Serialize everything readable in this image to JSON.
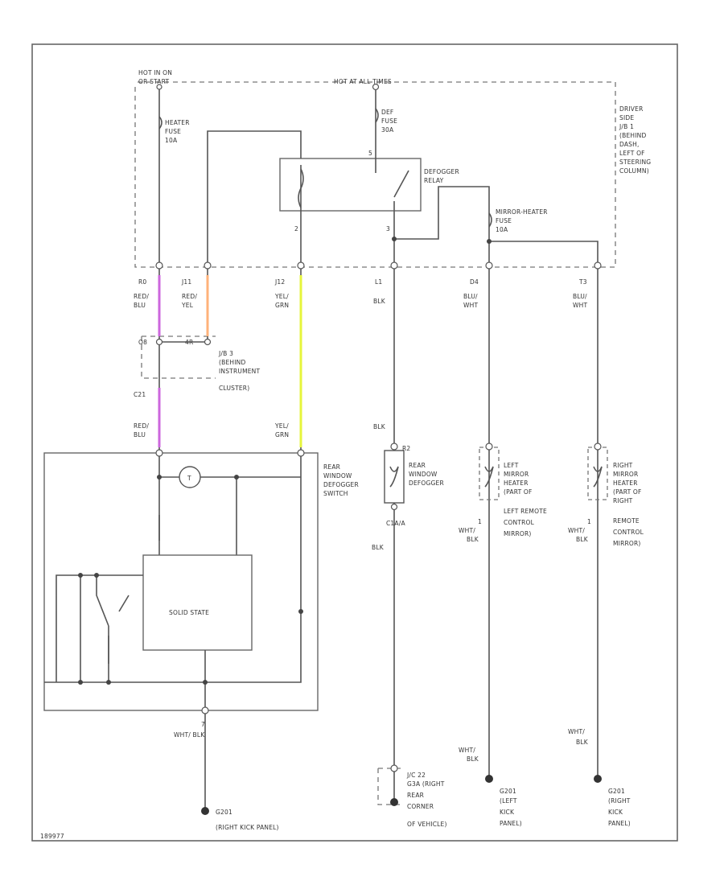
{
  "labels": {
    "hot_in_on": "HOT IN ON",
    "hot_in_on_2": "OR START",
    "hot_at_all_times": "HOT AT ALL TIMES",
    "jb_driver_1": "DRIVER",
    "jb_driver_2": "SIDE",
    "jb_driver_3": "J/B 1",
    "jb_driver_4": "(BEHIND",
    "jb_driver_5": "DASH,",
    "jb_driver_6": "LEFT OF",
    "jb_driver_7": "STEERING",
    "jb_driver_8": "COLUMN)",
    "heater_fuse_1": "HEATER",
    "heater_fuse_2": "FUSE",
    "heater_fuse_3": "10A",
    "def_fuse_1": "DEF",
    "def_fuse_2": "FUSE",
    "def_fuse_3": "30A",
    "defogger_relay_1": "DEFOGGER",
    "defogger_relay_2": "RELAY",
    "mirror_fuse_1": "MIRROR-HEATER",
    "mirror_fuse_2": "FUSE",
    "mirror_fuse_3": "10A",
    "pin_relay_2": "2",
    "pin_relay_3": "3",
    "pin_relay_5": "5",
    "conn_r0": "R0",
    "conn_j11": "J11",
    "conn_j12": "J12",
    "conn_l1": "L1",
    "conn_d4": "D4",
    "conn_t3": "T3",
    "wire_red_blu_1": "RED/",
    "wire_red_blu_2": "BLU",
    "wire_red_yel_1": "RED/",
    "wire_red_yel_2": "YEL",
    "wire_yel_grn_1": "YEL/",
    "wire_yel_grn_2": "GRN",
    "wire_blk_l1": "BLK",
    "wire_blu_wht_d4_1": "BLU/",
    "wire_blu_wht_d4_2": "WHT",
    "wire_blu_wht_t3_1": "BLU/",
    "wire_blu_wht_t3_2": "WHT",
    "jb3_pin_q": "Q8",
    "jb3_pin_4r": "4R",
    "jb3_1": "J/B 3",
    "jb3_2": "(BEHIND",
    "jb3_3": "INSTRUMENT",
    "jb3_4": "CLUSTER)",
    "conn_c21": "C21",
    "wire_red_blu_b_1": "RED/",
    "wire_red_blu_b_2": "BLU",
    "wire_yel_grn_b_1": "YEL/",
    "wire_yel_grn_b_2": "GRN",
    "wire_blk_l1b": "BLK",
    "switch_1": "REAR",
    "switch_2": "WINDOW",
    "switch_3": "DEFOGGER",
    "switch_4": "SWITCH",
    "solid_state": "SOLID STATE",
    "defogger_1": "REAR",
    "defogger_2": "WINDOW",
    "defogger_3": "DEFOGGER",
    "conn_r2": "R2",
    "conn_c1a": "C1A/A",
    "wire_blk_def": "BLK",
    "left_mirror_1": "LEFT",
    "left_mirror_2": "MIRROR",
    "left_mirror_3": "HEATER",
    "left_mirror_4": "(PART OF",
    "left_mirror_5": "LEFT REMOTE",
    "left_mirror_6": "CONTROL",
    "left_mirror_7": "MIRROR)",
    "right_mirror_1": "RIGHT",
    "right_mirror_2": "MIRROR",
    "right_mirror_3": "HEATER",
    "right_mirror_4": "(PART OF",
    "right_mirror_5": "RIGHT",
    "right_mirror_6": "REMOTE",
    "right_mirror_7": "CONTROL",
    "right_mirror_8": "MIRROR)",
    "pin_lm_1": "1",
    "pin_rm_1": "1",
    "wire_wht_blk_lm_1": "WHT/",
    "wire_wht_blk_lm_2": "BLK",
    "wire_wht_blk_rm_1": "WHT/",
    "wire_wht_blk_rm_2": "BLK",
    "pin_sw_7": "7",
    "wire_wht_blk_sw": "WHT/ BLK",
    "wire_wht_blk_lm_b_1": "WHT/",
    "wire_wht_blk_lm_b_2": "BLK",
    "wire_wht_blk_rm_b_1": "WHT/",
    "wire_wht_blk_rm_b_2": "BLK",
    "jc_1": "J/C 22",
    "jc_2": "G3A (RIGHT",
    "jc_3": "REAR",
    "jc_4": "CORNER",
    "jc_5": "OF VEHICLE)",
    "g_sw_1": "G201",
    "g_sw_2": "(RIGHT KICK PANEL)",
    "g_lm_1": "G201",
    "g_lm_2": "(LEFT",
    "g_lm_3": "KICK",
    "g_lm_4": "PANEL)",
    "g_rm_1": "G201",
    "g_rm_2": "(RIGHT",
    "g_rm_3": "KICK",
    "g_rm_4": "PANEL)",
    "footer": "189977"
  },
  "colors": {
    "red_blu": "#cc66dd",
    "red_yel": "#ffb27a",
    "yel_grn": "#e6f53c"
  }
}
